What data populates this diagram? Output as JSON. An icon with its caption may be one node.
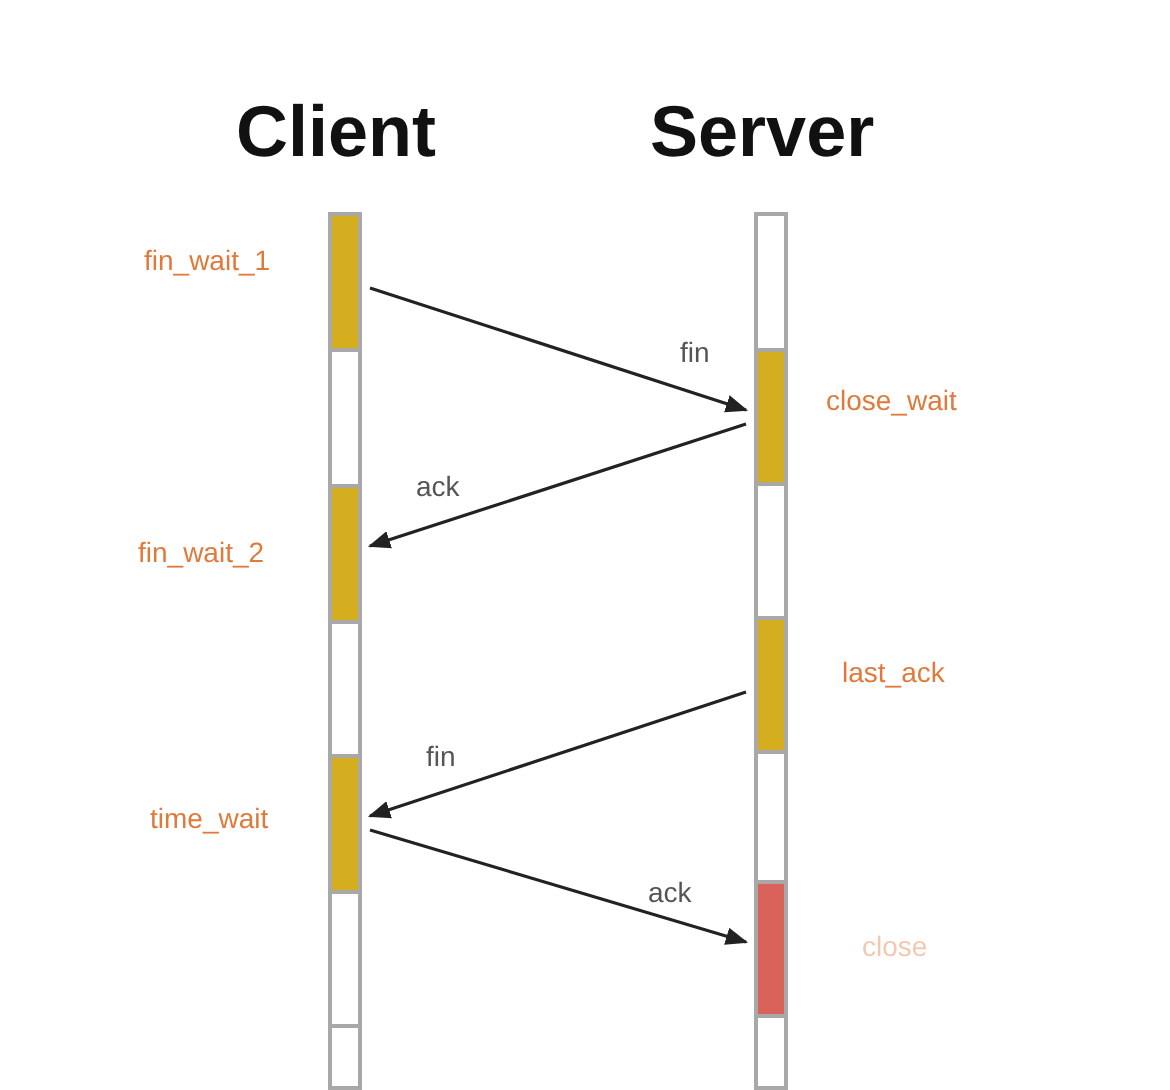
{
  "diagram": {
    "nodes": [
      {
        "text": [],
        "shape": "bar",
        "beside": [
          "fin_wait_1"
        ]
      },
      {
        "text": [],
        "shape": "bar"
      },
      {
        "text": [],
        "shape": "bar",
        "beside": [
          "fin_wait_2"
        ]
      },
      {
        "text": [],
        "shape": "bar"
      },
      {
        "text": [],
        "shape": "bar",
        "beside": [
          "time_wait"
        ]
      },
      {
        "text": [],
        "shape": "bar"
      },
      {
        "text": [],
        "shape": "bar"
      },
      {
        "text": [],
        "shape": "bar"
      },
      {
        "text": [],
        "shape": "bar",
        "beside": [
          "close_wait"
        ]
      },
      {
        "text": [],
        "shape": "bar"
      },
      {
        "text": [],
        "shape": "bar",
        "beside": [
          "last_ack"
        ]
      },
      {
        "text": [],
        "shape": "bar"
      },
      {
        "text": [],
        "shape": "bar",
        "beside": [
          "close"
        ]
      },
      {
        "text": [],
        "shape": "bar"
      }
    ],
    "edges": [
      {
        "from": 0,
        "to": 8,
        "arrow": "to",
        "label": "fin"
      },
      {
        "from": 8,
        "to": 2,
        "arrow": "to",
        "label": "ack"
      },
      {
        "from": 10,
        "to": 4,
        "arrow": "to",
        "label": "fin"
      },
      {
        "from": 4,
        "to": 12,
        "arrow": "to",
        "label": "ack"
      }
    ],
    "labels": [
      "Client",
      "Server"
    ]
  }
}
